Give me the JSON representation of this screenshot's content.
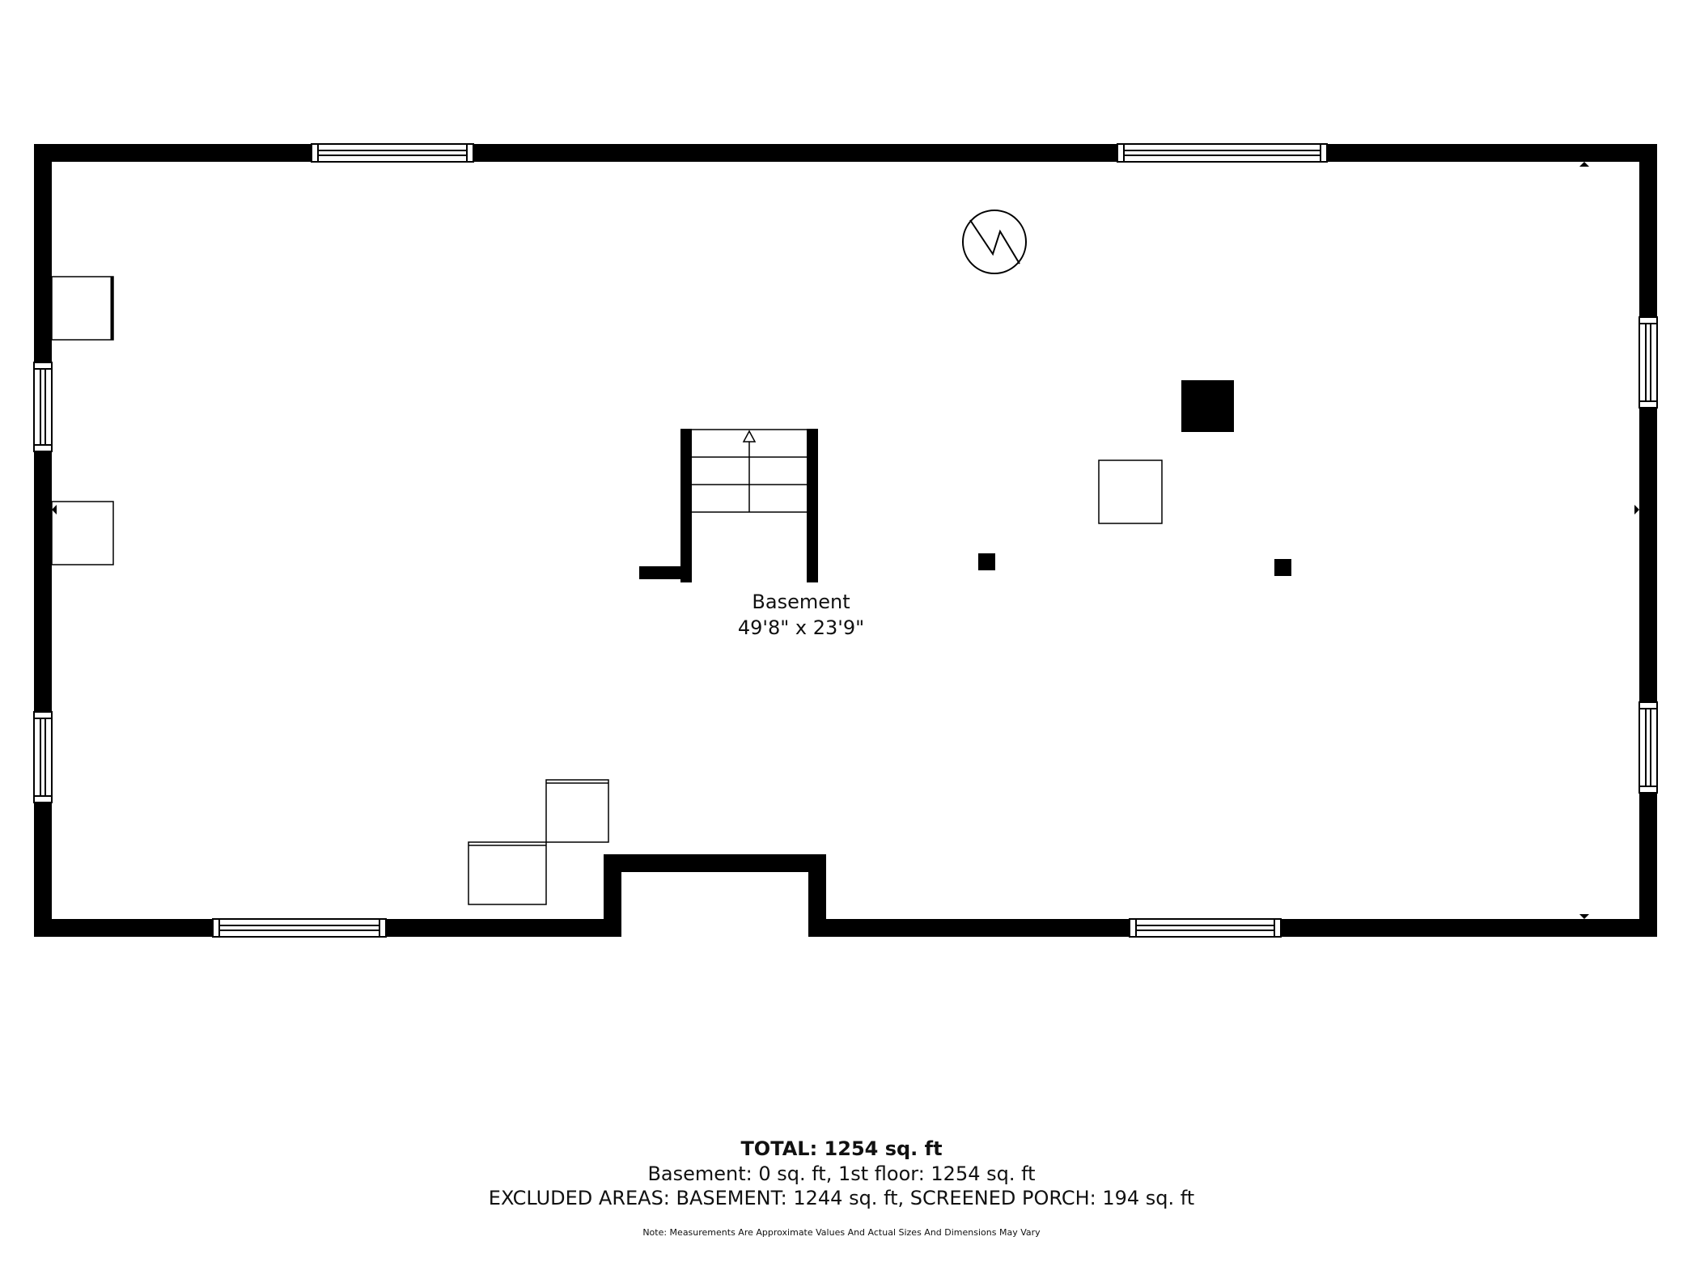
{
  "room": {
    "name": "Basement",
    "dimensions": "49'8\" x 23'9\""
  },
  "summary": {
    "total": "TOTAL: 1254 sq. ft",
    "breakdown": "Basement: 0 sq. ft, 1st floor: 1254 sq. ft",
    "excluded": "EXCLUDED AREAS: BASEMENT: 1244 sq. ft, SCREENED PORCH: 194 sq. ft",
    "note": "Note: Measurements Are Approximate Values And Actual Sizes And Dimensions May Vary"
  },
  "colors": {
    "wall": "#000000",
    "line": "#000000",
    "background": "#ffffff"
  }
}
